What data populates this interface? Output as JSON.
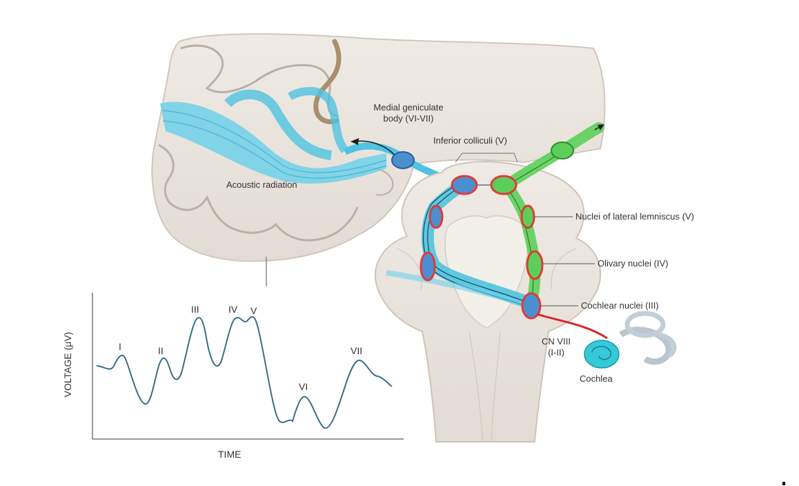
{
  "labels": {
    "medial_geniculate_line1": "Medial geniculate",
    "medial_geniculate_line2": "body (VI-VII)",
    "inferior_colliculi": "Inferior colliculi (V)",
    "acoustic_radiation": "Acoustic radiation",
    "nuclei_lateral_lemniscus": "Nuclei of lateral lemniscus (V)",
    "olivary_nuclei": "Olivary nuclei (IV)",
    "cochlear_nuclei": "Cochlear nuclei (III)",
    "cn_viii_line1": "CN VIII",
    "cn_viii_line2": "(I-II)",
    "cochlea": "Cochlea"
  },
  "waveform": {
    "ylabel": "VOLTAGE (μV)",
    "xlabel": "TIME",
    "peaks": [
      "I",
      "II",
      "III",
      "IV",
      "V",
      "VI",
      "VII"
    ]
  },
  "colors": {
    "ipsilateral_pathway": "#4fc3e0",
    "contralateral_pathway": "#5ccf5a",
    "nucleus_ring": "#e03a3a",
    "nucleus_fill_blue": "#4b8fd0",
    "cn_viii_nerve": "#d62828",
    "brain_tissue": "#ebe6df",
    "cochlea": "#35c8d8"
  }
}
